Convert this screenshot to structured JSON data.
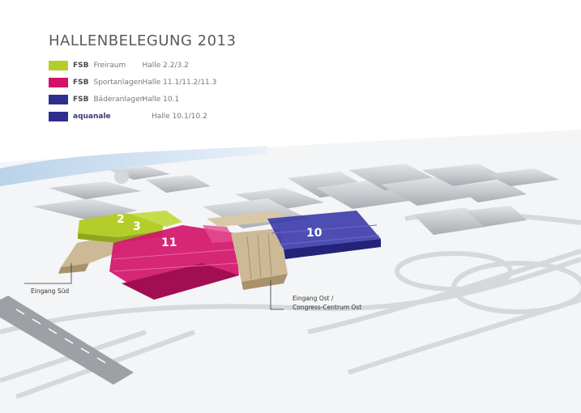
{
  "title": "HALLENBELEGUNG 2013",
  "legend": [
    {
      "color": "#b5cd2a",
      "prefix": "FSB",
      "category": "Freiraum",
      "halls": "Halle 2.2/3.2"
    },
    {
      "color": "#d2136a",
      "prefix": "FSB",
      "category": "Sportanlagen",
      "halls": "Halle 11.1/11.2/11.3"
    },
    {
      "color": "#2e2e8c",
      "prefix": "FSB",
      "category": "Bäderanlagen",
      "halls": "Halle 10.1"
    },
    {
      "color": "#2e2e8c",
      "prefix": "",
      "category": "aquanale",
      "halls": "Halle 10.1/10.2"
    }
  ],
  "map": {
    "hall_labels": {
      "h2": "2",
      "h3": "3",
      "h11": "11",
      "h10": "10"
    },
    "callouts": {
      "south": "Eingang Süd",
      "east_line1": "Eingang Ost /",
      "east_line2": "Congress-Centrum Ost"
    },
    "colors": {
      "freiraum": "#b5cd2a",
      "sport": "#d2136a",
      "baeder": "#3535a8",
      "entrance": "#cdb996",
      "buildings": "#bfc2c6",
      "water": "#cfe0ee",
      "roads": "#d8dadd"
    }
  }
}
